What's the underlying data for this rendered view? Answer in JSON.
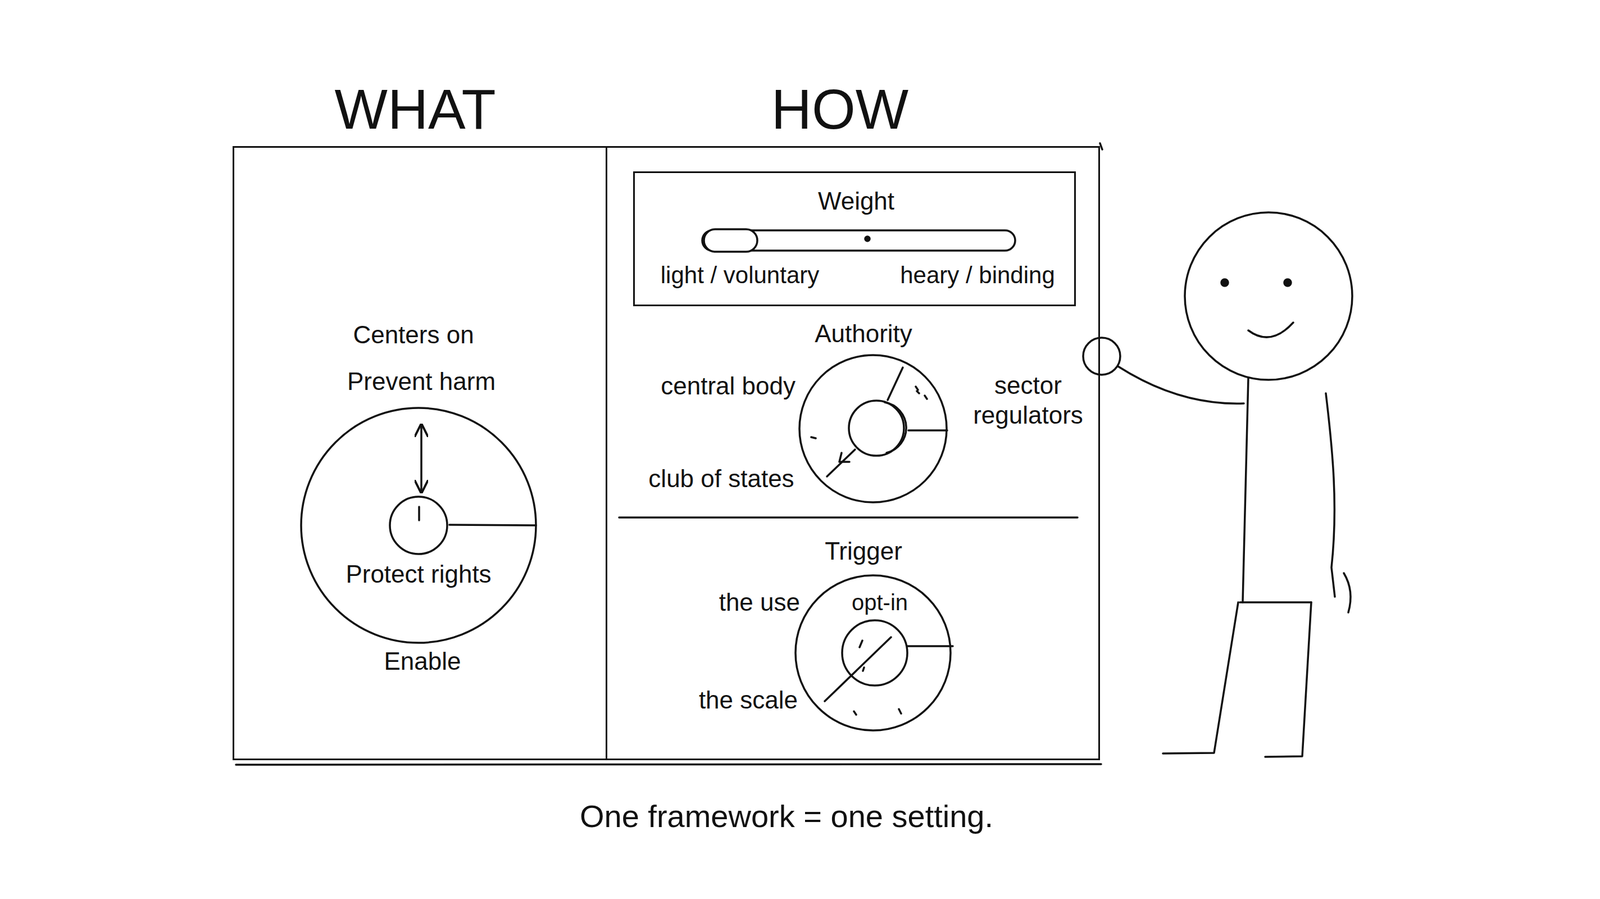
{
  "diagram": {
    "caption": "One framework = one setting.",
    "nodes": [
      {
        "text": [
          "WHAT"
        ]
      },
      {
        "text": [
          "HOW"
        ]
      },
      {
        "text": [
          "Protect rights"
        ],
        "in": 0
      },
      {
        "text": [
          "Weight",
          "light / voluntary",
          "heary / binding"
        ],
        "in": 1
      },
      {
        "text": [
          "Authority"
        ],
        "in": 1
      },
      {
        "text": [
          "Trigger"
        ],
        "in": 1
      }
    ],
    "labels": [
      "Centers on",
      "Prevent harm",
      "Enable",
      "central body",
      "sector regulators",
      "club of states",
      "the use",
      "opt-in",
      "the scale"
    ]
  }
}
